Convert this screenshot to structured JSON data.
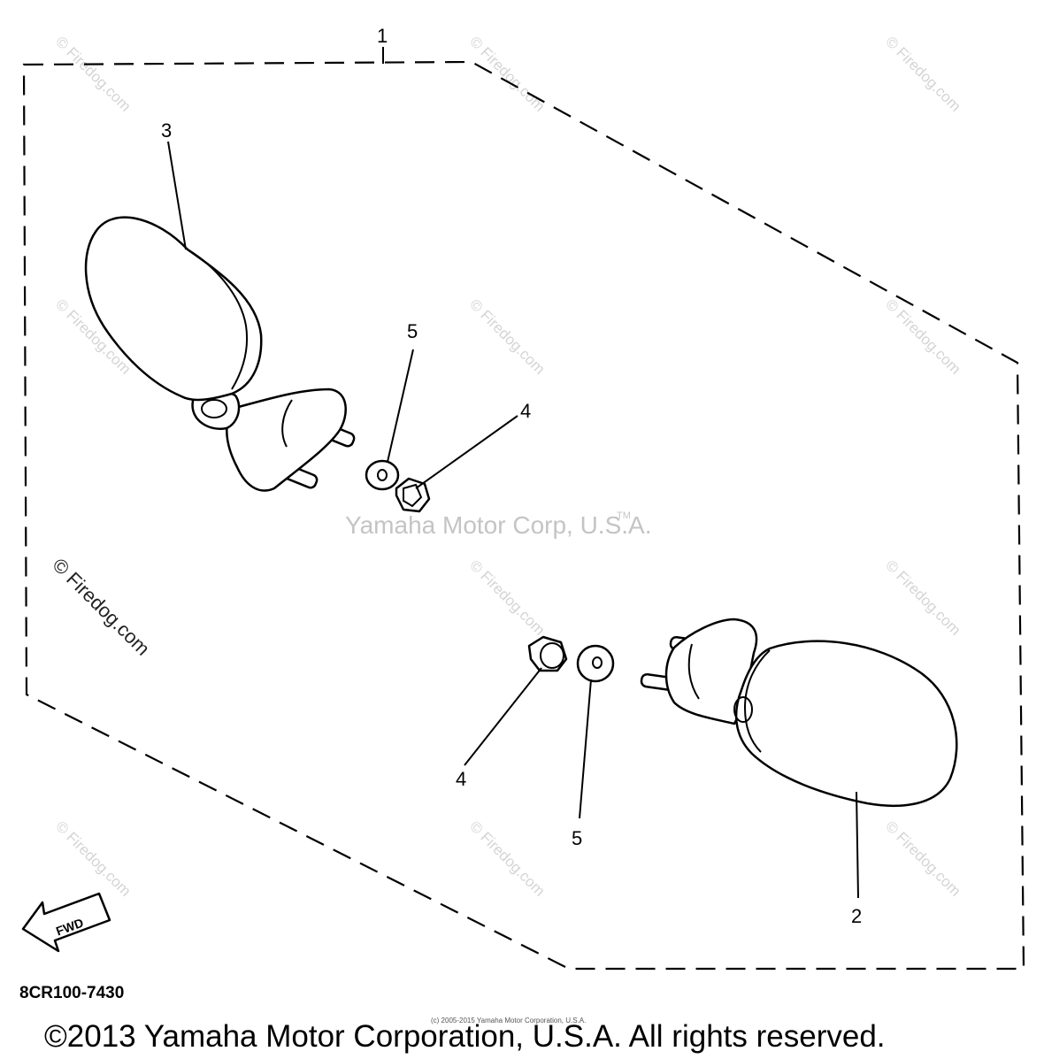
{
  "callouts": {
    "assembly": "1",
    "mirror_right": "2",
    "mirror_left": "3",
    "nut_upper": "4",
    "nut_lower": "4",
    "washer_upper": "5",
    "washer_lower": "5"
  },
  "watermarks": {
    "site": "© Firedog.com",
    "center": "Yamaha Motor Corp, U.S.A.",
    "trademark": "TM"
  },
  "fwd_label": "FWD",
  "diagram_code": "8CR100-7430",
  "tiny_notice": "(c) 2005-2015 Yamaha Motor Corporation, U.S.A.",
  "copyright": "©2013 Yamaha Motor Corporation, U.S.A. All rights reserved."
}
